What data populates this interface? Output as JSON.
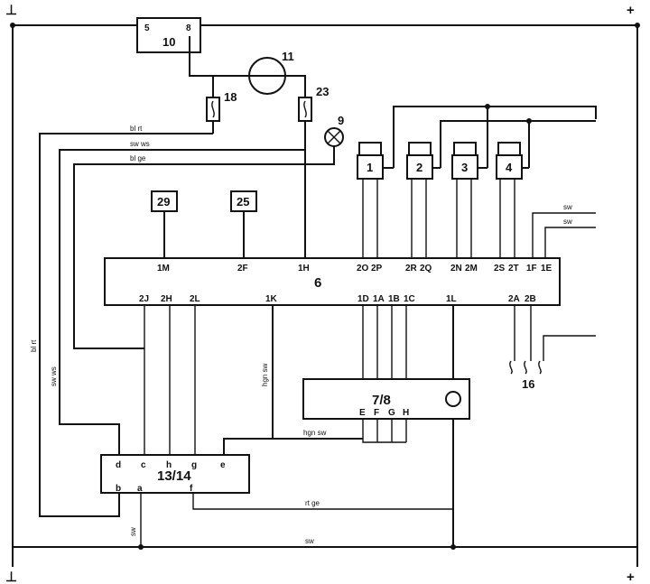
{
  "rails": {
    "ground_top": "⊥",
    "ground_bottom": "⊥",
    "plus_top": "+",
    "plus_bottom": "+"
  },
  "components": {
    "c10": {
      "label": "10",
      "pin_left": "5",
      "pin_right": "8"
    },
    "c11": {
      "label": "11"
    },
    "c18": {
      "label": "18"
    },
    "c23": {
      "label": "23"
    },
    "c9": {
      "label": "9"
    },
    "injectors": [
      "1",
      "2",
      "3",
      "4"
    ],
    "c29": {
      "label": "29"
    },
    "c25": {
      "label": "25"
    },
    "ecu": {
      "label": "6"
    },
    "c78": {
      "label": "7/8"
    },
    "c1314": {
      "label": "13/14"
    },
    "c16": {
      "label": "16"
    }
  },
  "ecu_top_pins": [
    "1M",
    "2F",
    "1H",
    "2O",
    "2P",
    "2R",
    "2Q",
    "2N",
    "2M",
    "2S",
    "2T",
    "1F",
    "1E"
  ],
  "ecu_bottom_pins": [
    "2J",
    "2H",
    "2L",
    "1K",
    "1D",
    "1A",
    "1B",
    "1C",
    "1L",
    "2A",
    "2B"
  ],
  "c78_pins": [
    "E",
    "F",
    "G",
    "H"
  ],
  "c1314_top_pins": [
    "d",
    "c",
    "h",
    "g",
    "e"
  ],
  "c1314_bottom_pins": [
    "b",
    "a",
    "f"
  ],
  "wires": {
    "bl_rt": "bl rt",
    "sw_ws": "sw ws",
    "bl_ge": "bl ge",
    "hgn_sw": "hgn sw",
    "rt_ge": "rt ge",
    "sw": "sw",
    "sw_right_1": "sw",
    "sw_right_2": "sw",
    "vertical_left_1": "bl rt",
    "vertical_left_2": "sw ws",
    "vertical_hgn": "hgn sw",
    "bottom_a": "sw"
  }
}
